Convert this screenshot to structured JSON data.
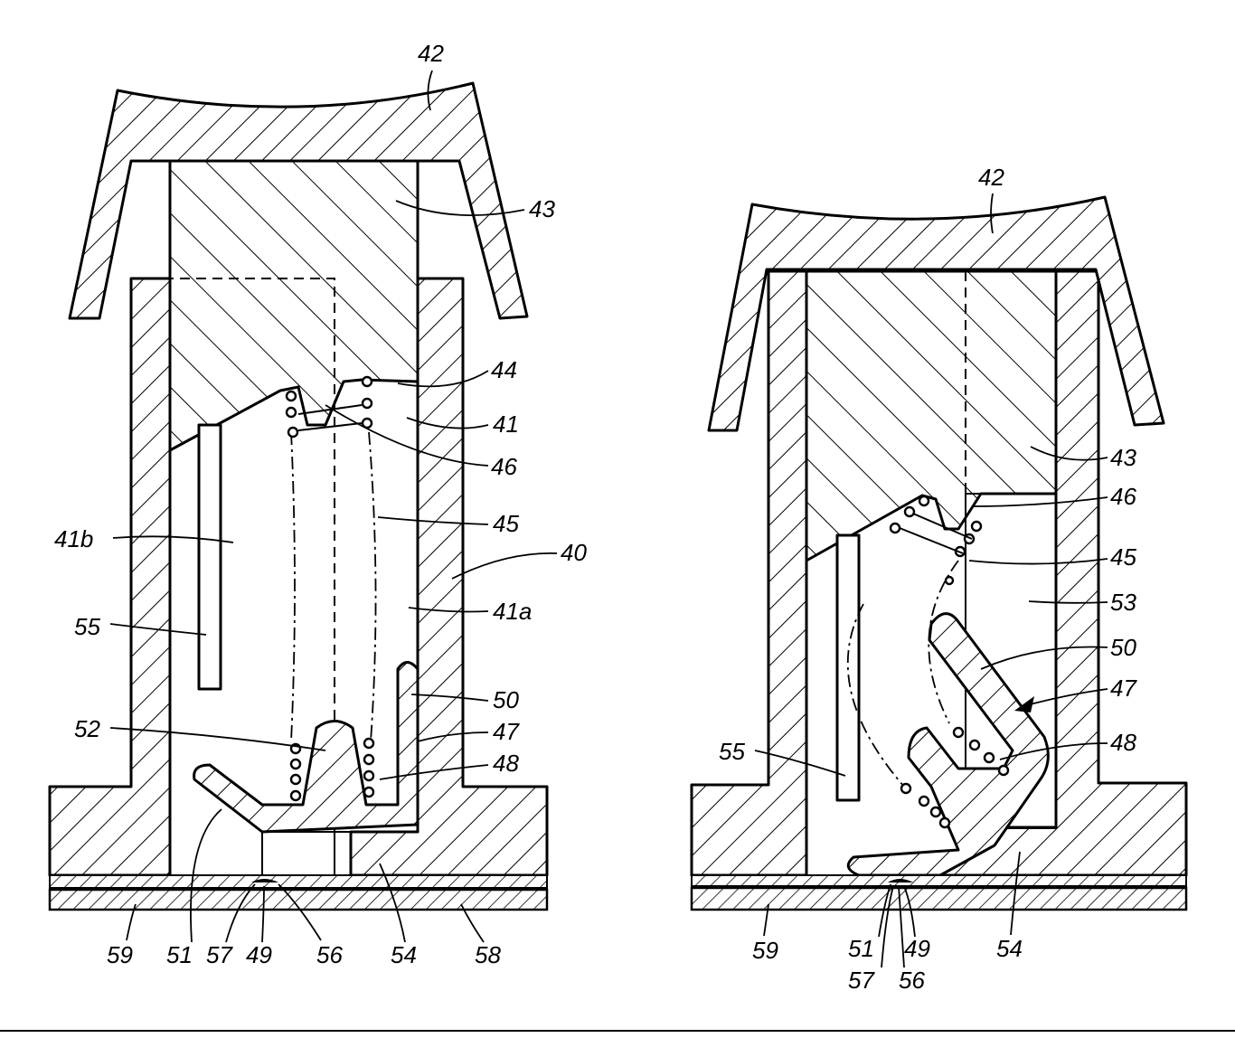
{
  "left_view": {
    "labels": {
      "cap": "42",
      "plunger": "43",
      "surface_44": "44",
      "body": "41",
      "spring_seat": "46",
      "cavity": "41b",
      "spring": "45",
      "housing": "40",
      "wall": "41a",
      "guide": "55",
      "arm": "50",
      "contact": "47",
      "bend": "48",
      "spring_seat_lower": "52",
      "board": "59",
      "tip": "51",
      "pad": "57",
      "point": "49",
      "land": "56",
      "base": "54",
      "film": "58"
    }
  },
  "right_view": {
    "labels": {
      "cap": "42",
      "plunger": "43",
      "spring_seat": "46",
      "spring": "45",
      "cavity": "53",
      "arm": "50",
      "contact": "47",
      "bend": "48",
      "guide": "55",
      "board": "59",
      "tip": "51",
      "point": "49",
      "base": "54",
      "pad": "57",
      "land": "56"
    }
  }
}
